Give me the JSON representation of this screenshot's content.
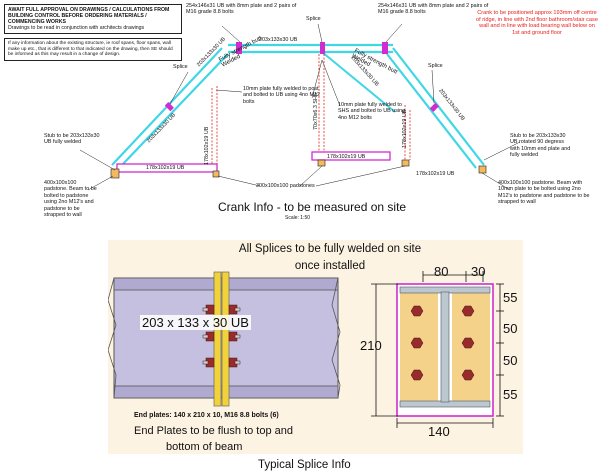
{
  "notes": {
    "approval_header": "AWAIT FULL APPROVAL ON DRAWINGS / CALCULATIONS FROM BUILDING CONTROL BEFORE ORDERING MATERIALS / COMMENCING WORKS",
    "approval_sub": "Drawings to be read in conjunction with architects drawings",
    "existing_structure": "If any information about the existing structure, ie roof spans, floor spans, wall make up etc., that is different to that indicated on the drawing, then SE should be informed as this may result in a change of design."
  },
  "crank": {
    "top_plate_left": "254x146x31 UB with 8mm plate and 2 pairs of M16 grade 8.8 bolts",
    "top_plate_right": "254x146x31 UB with 8mm plate and 2 pairs of M16 grade 8.8 bolts",
    "splice_top": "Splice",
    "splice_left": "Splice",
    "splice_right": "Splice",
    "ridge_beam": "203x133x30 UB",
    "left_rafter_upper": "203x133x30 UB",
    "left_rafter_lower": "203x133x30 UB",
    "right_rafter_upper": "203x133x30 UB",
    "right_rafter_lower": "203x133x30 UB",
    "butt_weld_left": "Fully strength butt Welded",
    "butt_weld_right": "Fully strength butt Welded",
    "plate_note_left": "10mm plate fully welded to post and bolted to UB using 4no M12 bolts",
    "plate_note_right": "10mm plate fully welded to SHS and bolted to UB using 4no M12 bolts",
    "shs_post": "70x70x6.3 SHS",
    "post_left": "178x102x19 UB",
    "post_right": "178x102x19 UB",
    "tie_left": "178x102x19 UB",
    "tie_center": "178x102x19 UB",
    "tie_right": "178x102x19 UB",
    "stub_left": "Stub to be 203x133x30 UB fully welded",
    "stub_right": "Stub to be 203x133x30 UB rotated 90 degress with 10mm end plate and fully welded",
    "padstone_left": "400x100x100 padstone. Beam to be bolted to padstone using 2no M12's and padstone to be strapped to wall",
    "padstone_center": "300x100x100 padstones",
    "padstone_right": "400x100x100 padstone. Beam with 10mm plate to be bolted using 2no M12's to padstone and padstone to be strapped to wall",
    "red_note": "Crank to be positioned approx 193mm off centre of ridge, in line with 2nd floor bathroom/stair case wall and in line with load bearing wall below on 1st and ground floor",
    "title": "Crank Info - to be measured on site",
    "scale": "Scale: 1:50"
  },
  "splice": {
    "weld_note_1": "All Splices to be fully welded on site",
    "weld_note_2": "once installed",
    "beam_label": "203 x 133 x 30 UB",
    "end_plates": "End plates: 140 x 210 x 10,  M16 8.8 bolts (6)",
    "flush_note_1": "End Plates to be flush to top and",
    "flush_note_2": "bottom of beam",
    "title": "Typical Splice Info",
    "dim_80": "80",
    "dim_30": "30",
    "dim_210": "210",
    "dim_140": "140",
    "dim_55_top": "55",
    "dim_50_a": "50",
    "dim_50_b": "50",
    "dim_55_bottom": "55"
  },
  "colors": {
    "beam_cyan": "#3fd6e6",
    "plate_magenta": "#d12cd1",
    "red_dashed": "#e8201a",
    "padstone": "#f3b860",
    "beam_purple": "#c6c0e0",
    "splice_yellow": "#f1d23a",
    "bolt_red": "#9a2b2b",
    "section_gold": "#f5d28a",
    "web_grey": "#bcc8cf"
  }
}
